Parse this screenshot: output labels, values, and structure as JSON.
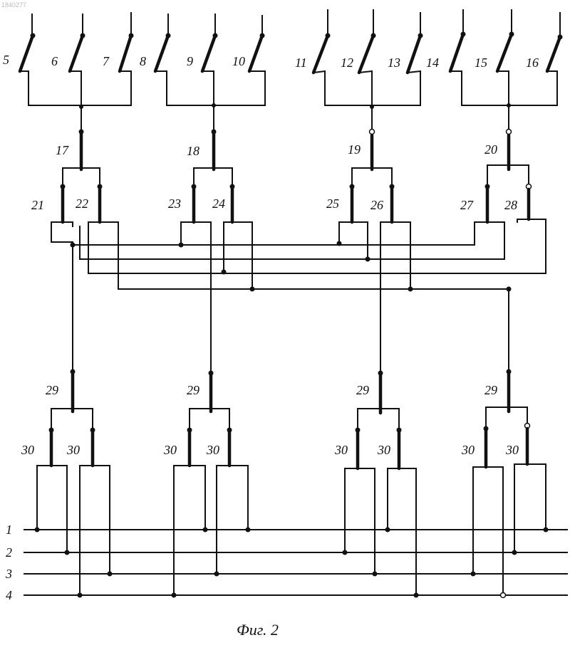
{
  "watermark": "1840277",
  "caption": "Фиг. 2",
  "bus_labels": [
    "1",
    "2",
    "3",
    "4"
  ],
  "input_switch_labels": [
    "5",
    "6",
    "7",
    "8",
    "9",
    "10",
    "11",
    "12",
    "13",
    "14",
    "15",
    "16"
  ],
  "stage1_labels": [
    "17",
    "18",
    "19",
    "20"
  ],
  "stage2_labels": [
    "21",
    "22",
    "23",
    "24",
    "25",
    "26",
    "27",
    "28"
  ],
  "stage3_labels": [
    "29",
    "29",
    "29",
    "29"
  ],
  "stage4_labels": [
    "30",
    "30",
    "30",
    "30",
    "30",
    "30",
    "30",
    "30"
  ]
}
